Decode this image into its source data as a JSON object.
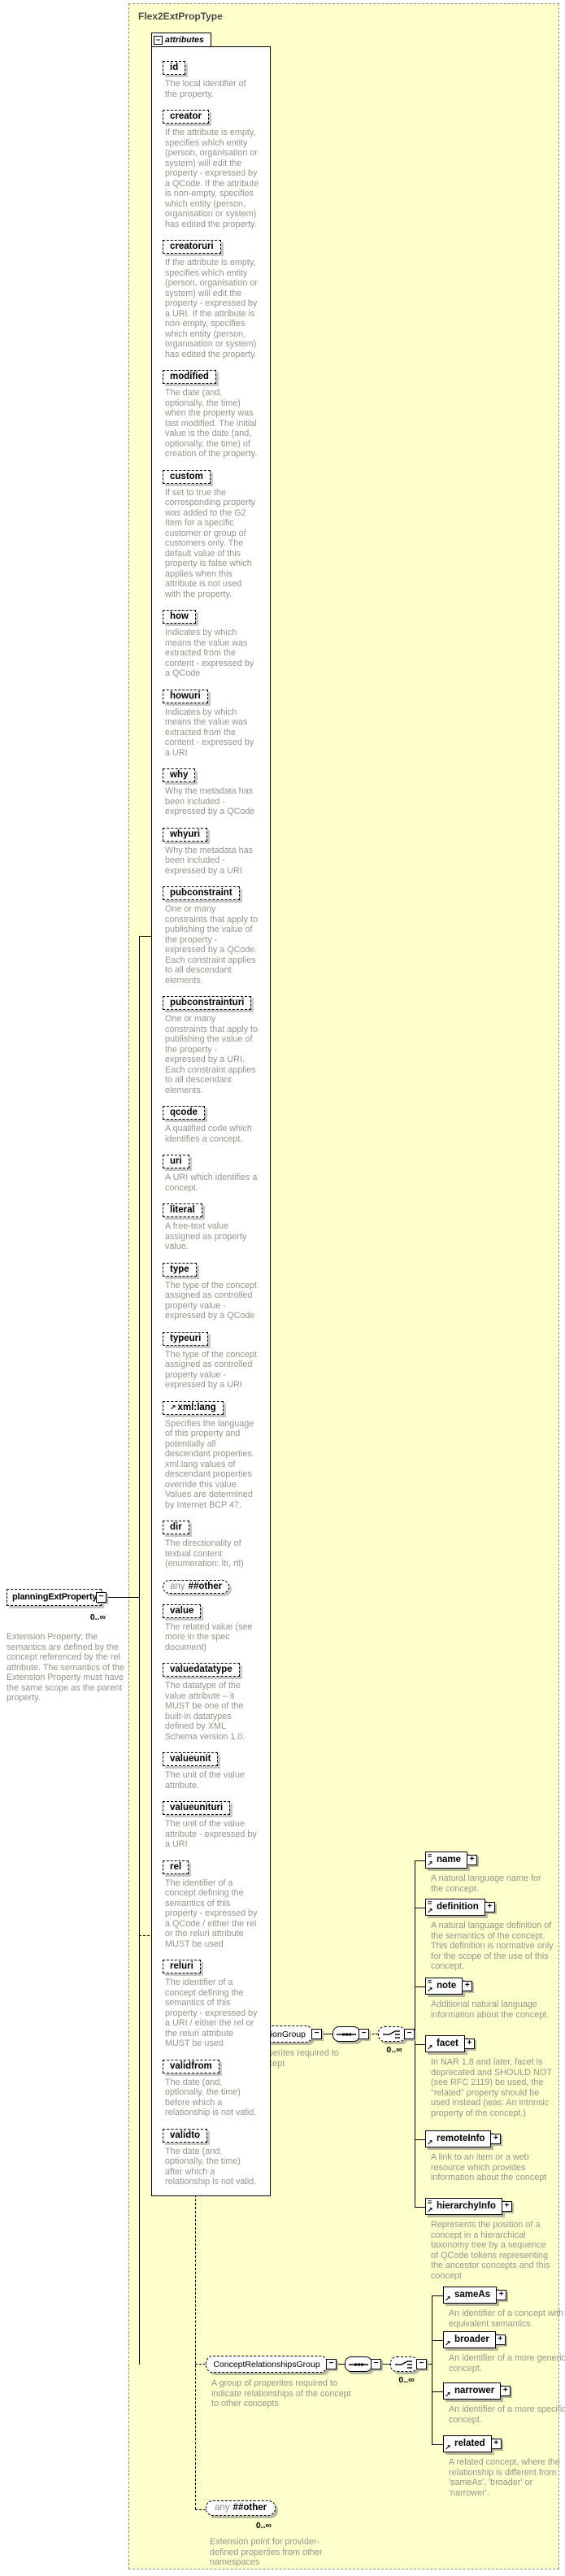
{
  "diagram": {
    "type_name": "Flex2ExtPropType",
    "icons": {
      "minus": "−",
      "plus": "+",
      "ref_arrow": "↗",
      "text_lines": "≡"
    },
    "root_element": {
      "name": "planningExtProperty",
      "cardinality": "0..∞",
      "description": "Extension Property; the semantics are defined by the concept referenced by the rel attribute. The semantics of the Extension Property must have the same scope as the parent property."
    },
    "attributes_panel": {
      "label": "attributes",
      "items": [
        {
          "name": "id",
          "description": "The local identifier of the property."
        },
        {
          "name": "creator",
          "description": "If the attribute is empty, specifies which entity (person, organisation or system) will edit the property - expressed by a QCode. If the attribute is non-empty, specifies which entity (person, organisation or system) has edited the property."
        },
        {
          "name": "creatoruri",
          "description": "If the attribute is empty, specifies which entity (person, organisation or system) will edit the property - expressed by a URI. If the attribute is non-empty, specifies which entity (person, organisation or system) has edited the property."
        },
        {
          "name": "modified",
          "description": "The date (and, optionally, the time) when the property was last modified. The initial value is the date (and, optionally, the time) of creation of the property."
        },
        {
          "name": "custom",
          "description": "If set to true the corresponding property was added to the G2 Item for a specific customer or group of customers only. The default value of this property is false which applies when this attribute is not used with the property."
        },
        {
          "name": "how",
          "description": "Indicates by which means the value was extracted from the content - expressed by a QCode"
        },
        {
          "name": "howuri",
          "description": "Indicates by which means the value was extracted from the content - expressed by a URI"
        },
        {
          "name": "why",
          "description": "Why the metadata has been included - expressed by a QCode"
        },
        {
          "name": "whyuri",
          "description": "Why the metadata has been included - expressed by a URI"
        },
        {
          "name": "pubconstraint",
          "description": "One or many constraints that apply to publishing the value of the property - expressed by a QCode. Each constraint applies to all descendant elements."
        },
        {
          "name": "pubconstrainturi",
          "description": "One or many constraints that apply to publishing the value of the property - expressed by a URI. Each constraint applies to all descendant elements."
        },
        {
          "name": "qcode",
          "description": "A qualified code which identifies a concept."
        },
        {
          "name": "uri",
          "description": "A URI which identifies a concept."
        },
        {
          "name": "literal",
          "description": "A free-text value assigned as property value."
        },
        {
          "name": "type",
          "description": "The type of the concept assigned as controlled property value - expressed by a QCode"
        },
        {
          "name": "typeuri",
          "description": "The type of the concept assigned as controlled property value - expressed by a URI"
        },
        {
          "name": "xml:lang",
          "description": "Specifies the language of this property and potentially all descendant properties. xml:lang values of descendant properties override this value. Values are determined by Internet BCP 47."
        },
        {
          "name": "dir",
          "description": "The directionality of textual content (enumeration: ltr, rtl)"
        },
        {
          "prefix": "any",
          "name": "##other",
          "description": ""
        },
        {
          "name": "value",
          "description": "The related value (see more in the spec document)"
        },
        {
          "name": "valuedatatype",
          "description": "The datatype of the value attribute – it MUST be one of the built-in datatypes defined by XML Schema version 1.0."
        },
        {
          "name": "valueunit",
          "description": "The unit of the value attribute."
        },
        {
          "name": "valueunituri",
          "description": "The unit of the value attribute - expressed by a URI"
        },
        {
          "name": "rel",
          "description": "The identifier of a concept defining the semantics of this property - expressed by a QCode / either the rel or the reluri attribute MUST be used"
        },
        {
          "name": "reluri",
          "description": "The identifier of a concept defining the semantics of this property - expressed by a URI / either the rel or the reluri attribute MUST be used"
        },
        {
          "name": "validfrom",
          "description": "The date (and, optionally, the time) before which a relationship is not valid."
        },
        {
          "name": "validto",
          "description": "The date (and, optionally, the time) after which a relationship is not valid."
        }
      ]
    },
    "definition_group": {
      "name": "ConceptDefinitionGroup",
      "description": "A group of properites required to define the concept",
      "choice_cardinality": "0..∞",
      "children": [
        {
          "name": "name",
          "description": "A natural language name for the concept."
        },
        {
          "name": "definition",
          "description": "A natural language definition of the semantics of the concept. This definition is normative only for the scope of the use of this concept."
        },
        {
          "name": "note",
          "description": "Additional natural language information about the concept."
        },
        {
          "name": "facet",
          "description": "In NAR 1.8 and later, facet is deprecated and SHOULD NOT (see RFC 2119) be used, the \"related\" property should be used instead (was: An intrinsic property of the concept.)"
        },
        {
          "name": "remoteInfo",
          "description": "A link to an item or a web resource which provides information about the concept"
        },
        {
          "name": "hierarchyInfo",
          "description": "Represents the position of a concept in a hierarchical taxonomy tree by a sequence of QCode tokens representing the ancestor concepts and this concept"
        }
      ]
    },
    "relationships_group": {
      "name": "ConceptRelationshipsGroup",
      "description": "A group of properites required to indicate relationships of the concept to other concepts",
      "choice_cardinality": "0..∞",
      "children": [
        {
          "name": "sameAs",
          "description": "An identifier of a concept with equivalent semantics"
        },
        {
          "name": "broader",
          "description": "An identifier of a more generic concept."
        },
        {
          "name": "narrower",
          "description": "An identifier of a more specific concept."
        },
        {
          "name": "related",
          "description": "A related concept, where the relationship is different from 'sameAs', 'broader' or 'narrower'."
        }
      ]
    },
    "any_other": {
      "prefix": "any",
      "name": "##other",
      "cardinality": "0..∞",
      "description": "Extension point for provider-defined properties from other namespaces"
    }
  }
}
